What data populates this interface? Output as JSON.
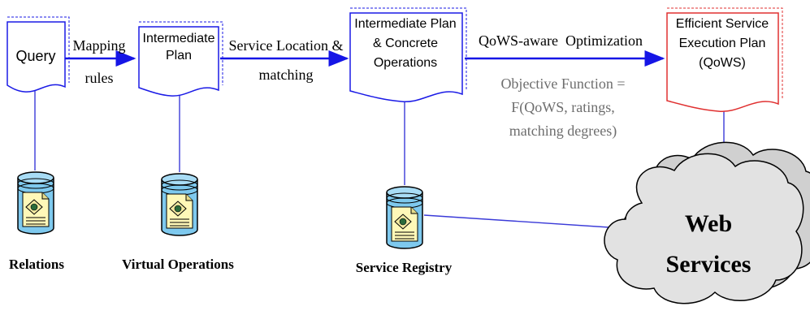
{
  "documents": {
    "query": "Query",
    "intermediate_plan": [
      "Intermediate",
      "Plan"
    ],
    "intermediate_concrete": [
      "Intermediate Plan",
      "& Concrete",
      "Operations"
    ],
    "efficient_plan": [
      "Efficient Service",
      "Execution Plan",
      "(QoWS)"
    ]
  },
  "edges": {
    "mapping_rules": [
      "Mapping",
      "rules"
    ],
    "service_location": [
      "Service Location &",
      "matching"
    ],
    "qows_optimization": "QoWS-aware  Optimization"
  },
  "objective_function": [
    "Objective Function =",
    "F(QoWS, ratings,",
    "matching degrees)"
  ],
  "databases": {
    "relations": "Relations",
    "virtual_operations": "Virtual Operations",
    "service_registry": "Service Registry"
  },
  "cloud": [
    "Web",
    "Services"
  ],
  "colors": {
    "arrow": "#1515e6",
    "doc_border_blue": "#1a1ae6",
    "doc_border_red": "#e03030",
    "connector": "#3a3ad8",
    "objective_text": "#6e6e6e",
    "cylinder_fill": "#7ec9ee",
    "cloud_fill": "#d9d9d9"
  }
}
